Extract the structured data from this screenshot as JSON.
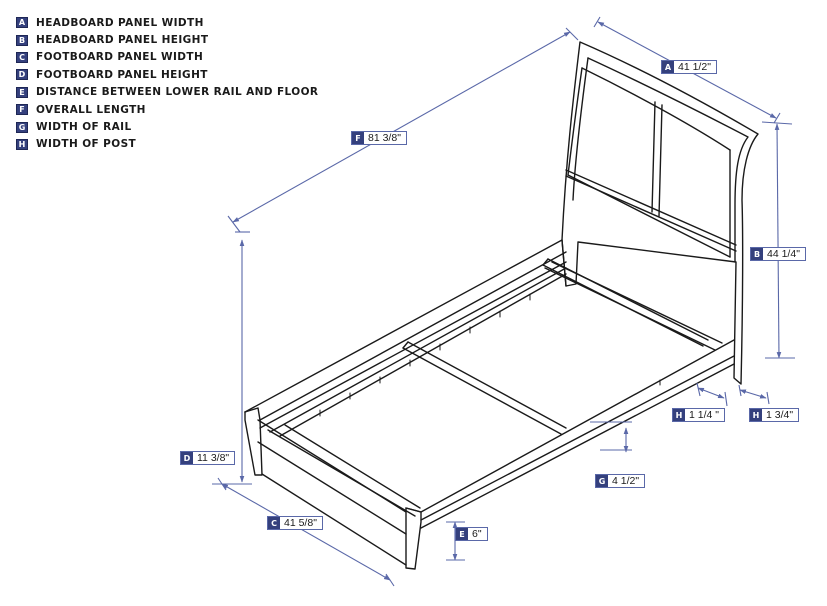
{
  "legend": [
    {
      "letter": "A",
      "text": "HEADBOARD PANEL WIDTH"
    },
    {
      "letter": "B",
      "text": "HEADBOARD PANEL HEIGHT"
    },
    {
      "letter": "C",
      "text": "FOOTBOARD PANEL WIDTH"
    },
    {
      "letter": "D",
      "text": "FOOTBOARD PANEL HEIGHT"
    },
    {
      "letter": "E",
      "text": "DISTANCE BETWEEN LOWER RAIL AND FLOOR"
    },
    {
      "letter": "F",
      "text": "OVERALL LENGTH"
    },
    {
      "letter": "G",
      "text": "WIDTH OF RAIL"
    },
    {
      "letter": "H",
      "text": "WIDTH OF POST"
    }
  ],
  "dimensions": {
    "a": {
      "letter": "A",
      "value": "41 1/2\""
    },
    "b": {
      "letter": "B",
      "value": "44 1/4\""
    },
    "c": {
      "letter": "C",
      "value": "41 5/8\""
    },
    "d": {
      "letter": "D",
      "value": "11 3/8\""
    },
    "e": {
      "letter": "E",
      "value": "6\""
    },
    "f": {
      "letter": "F",
      "value": "81 3/8\""
    },
    "g": {
      "letter": "G",
      "value": "4 1/2\""
    },
    "h1": {
      "letter": "H",
      "value": "1 1/4 \""
    },
    "h2": {
      "letter": "H",
      "value": "1 3/4\""
    }
  },
  "colors": {
    "line": "#1a1a1a",
    "dimension": "#5a68a8",
    "badge": "#34407d"
  }
}
